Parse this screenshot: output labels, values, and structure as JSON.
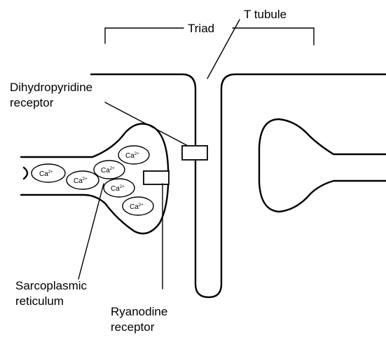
{
  "labels": {
    "t_tubule": "T tubule",
    "triad": "Triad",
    "dihydropyridine_line1": "Dihydropyridine",
    "dihydropyridine_line2": "receptor",
    "sarcoplasmic_line1": "Sarcoplasmic",
    "sarcoplasmic_line2": "reticulum",
    "ryanodine_line1": "Ryanodine",
    "ryanodine_line2": "receptor"
  },
  "ion": {
    "symbol": "Ca",
    "charge": "2+"
  }
}
